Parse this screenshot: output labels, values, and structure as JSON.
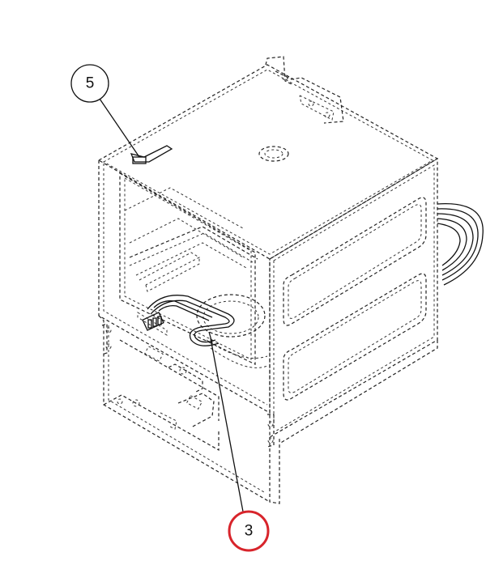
{
  "diagram": {
    "callouts": [
      {
        "id": "callout-5",
        "label": "5",
        "highlighted": false
      },
      {
        "id": "callout-3",
        "label": "3",
        "highlighted": true
      }
    ],
    "colors": {
      "line": "#222222",
      "highlight": "#d8242b",
      "background": "#ffffff"
    }
  }
}
